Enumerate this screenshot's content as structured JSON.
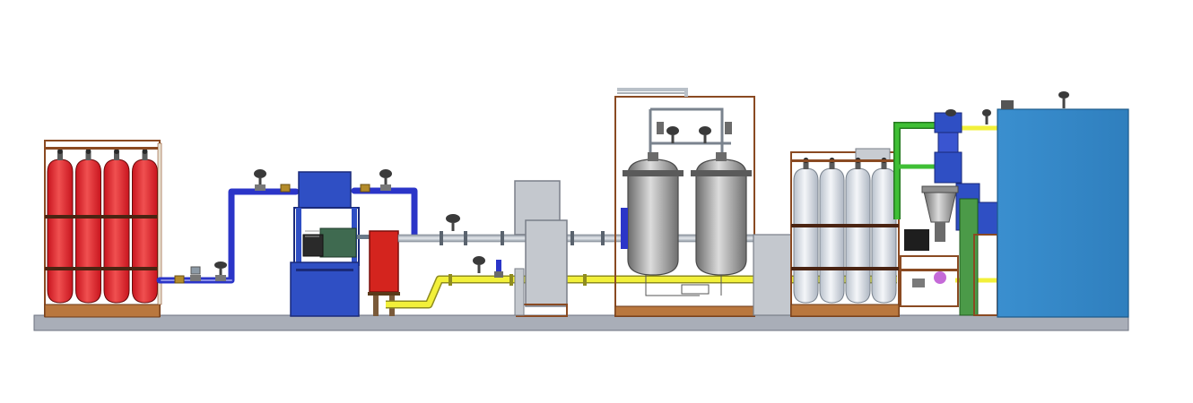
{
  "diagram": {
    "kind": "process-plant-elevation",
    "palette": {
      "background": "#ffffff",
      "base_plate": "#a9aeb8",
      "cylinder_red": "#c8141e",
      "cylinder_red_light": "#f05050",
      "rack_frame": "#8a4a22",
      "pipe_blue": "#2b35c8",
      "pipe_yellow": "#f2f03a",
      "pipe_green": "#3fbf35",
      "pipe_gray": "#b9c0c8",
      "pump_blue": "#2f4fc4",
      "vessel_gray": "#8e8e8e",
      "vessel_gray_light": "#d8d8d8",
      "skid_gray": "#c4c8ce",
      "storage_white": "#dde3ea",
      "tank_blue": "#3a8fcf",
      "heater_red": "#d4241e"
    },
    "components": [
      {
        "id": "cylinder-bank-left",
        "icon": "gas-cylinder-bank",
        "cylinders": 4
      },
      {
        "id": "blue-line-valves",
        "icon": "valve"
      },
      {
        "id": "compressor-skid",
        "icon": "compressor"
      },
      {
        "id": "red-buffer-vessel",
        "icon": "buffer-tank"
      },
      {
        "id": "gray-cabinet",
        "icon": "control-cabinet"
      },
      {
        "id": "dryer-vessels",
        "icon": "pressure-vessel",
        "vessels": 2
      },
      {
        "id": "gray-pipe-line",
        "icon": "pipe"
      },
      {
        "id": "yellow-pipe-line",
        "icon": "pipe"
      },
      {
        "id": "cylinder-bank-right",
        "icon": "gas-cylinder-bank",
        "cylinders": 4
      },
      {
        "id": "green-line",
        "icon": "pipe"
      },
      {
        "id": "hopper-unit",
        "icon": "hopper"
      },
      {
        "id": "blue-storage-tank",
        "icon": "storage-tank"
      }
    ]
  }
}
